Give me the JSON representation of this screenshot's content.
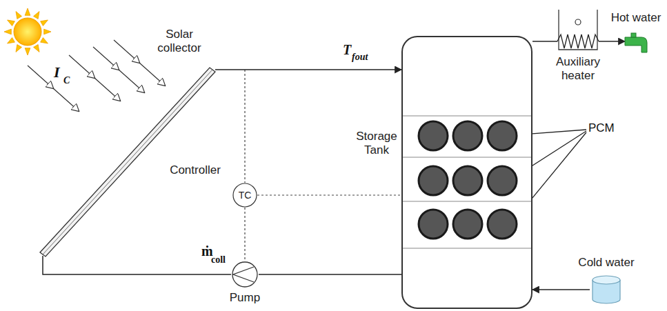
{
  "diagram": {
    "nodes": [
      {
        "text": [
          "Solar collector"
        ]
      },
      {
        "text": [
          "Storage Tank"
        ]
      },
      {
        "text": [
          "Controller",
          "TC"
        ]
      },
      {
        "text": [
          "Pump"
        ]
      },
      {
        "text": [
          "Auxiliary heater"
        ]
      },
      {
        "text": [
          "Cold water"
        ]
      },
      {
        "text": [
          "Hot water"
        ]
      }
    ],
    "edges": [
      {
        "from": 0,
        "to": 1,
        "arrow": "to"
      },
      {
        "from": 1,
        "to": 3,
        "arrow": "none"
      },
      {
        "from": 3,
        "to": 0,
        "arrow": "none"
      },
      {
        "from": 2,
        "to": 1,
        "arrow": "none"
      },
      {
        "from": 2,
        "to": 3,
        "arrow": "none"
      },
      {
        "from": 5,
        "to": 1,
        "arrow": "to"
      },
      {
        "from": 1,
        "to": 4,
        "arrow": "none"
      },
      {
        "from": 4,
        "to": 6,
        "arrow": "to"
      }
    ],
    "labels": [
      "I",
      "C",
      "T",
      "fout",
      "ṁ",
      "coll",
      "PCM"
    ]
  }
}
